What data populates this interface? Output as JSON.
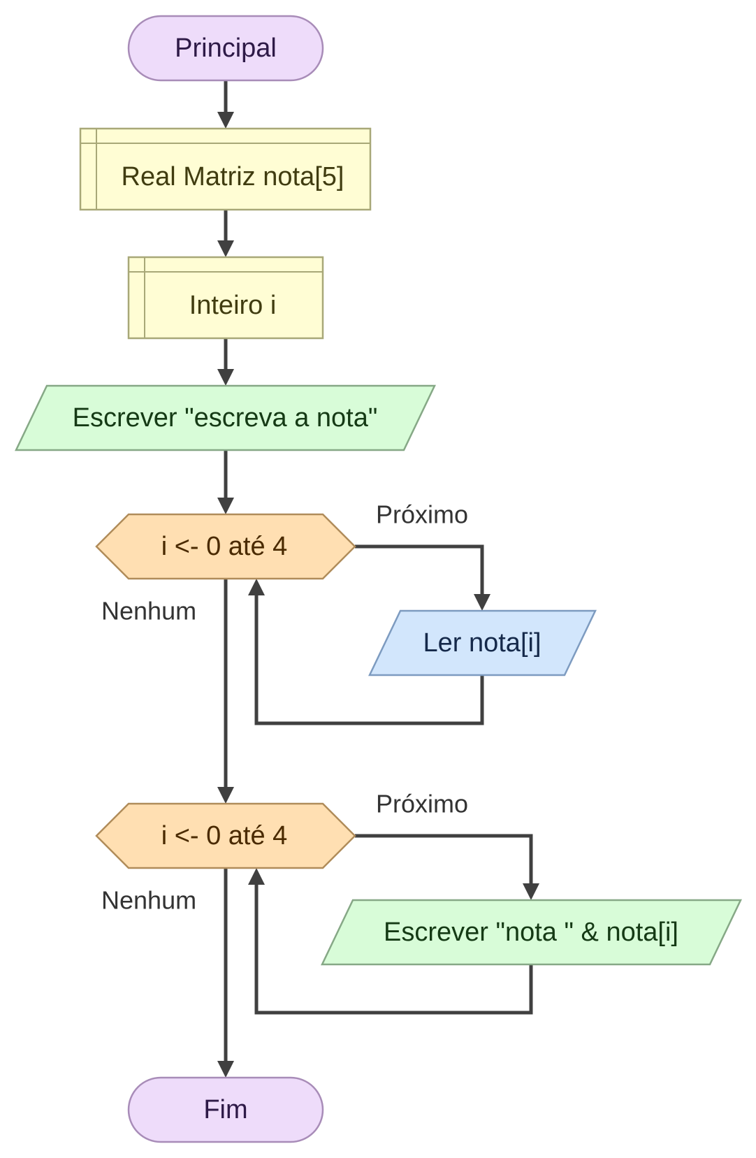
{
  "nodes": {
    "start": {
      "label": "Principal",
      "type": "terminal"
    },
    "declare_array": {
      "label": "Real Matriz nota[5]",
      "type": "declaration"
    },
    "declare_int": {
      "label": "Inteiro i",
      "type": "declaration"
    },
    "output_prompt": {
      "label": "Escrever \"escreva a nota\"",
      "type": "output"
    },
    "loop1": {
      "label": "i <- 0 até 4",
      "type": "loop"
    },
    "input_nota": {
      "label": "Ler nota[i]",
      "type": "input"
    },
    "loop2": {
      "label": "i <- 0 até 4",
      "type": "loop"
    },
    "output_nota": {
      "label": "Escrever \"nota \" & nota[i]",
      "type": "output"
    },
    "end": {
      "label": "Fim",
      "type": "terminal"
    }
  },
  "edges": {
    "loop1_next": "Próximo",
    "loop1_done": "Nenhum",
    "loop2_next": "Próximo",
    "loop2_done": "Nenhum"
  },
  "colors": {
    "terminal_fill": "#eedcfa",
    "terminal_stroke": "#a88cb8",
    "terminal_text": "#2e1a47",
    "declaration_fill": "#fffdd4",
    "declaration_stroke": "#a8a878",
    "declaration_text": "#403c10",
    "output_fill": "#d8fcd8",
    "output_stroke": "#86a886",
    "output_text": "#153a15",
    "input_fill": "#d2e6fc",
    "input_stroke": "#7d9bc0",
    "input_text": "#15294a",
    "loop_fill": "#ffdfb2",
    "loop_stroke": "#b08c5a",
    "loop_text": "#4a2a00",
    "edge": "#404040"
  }
}
